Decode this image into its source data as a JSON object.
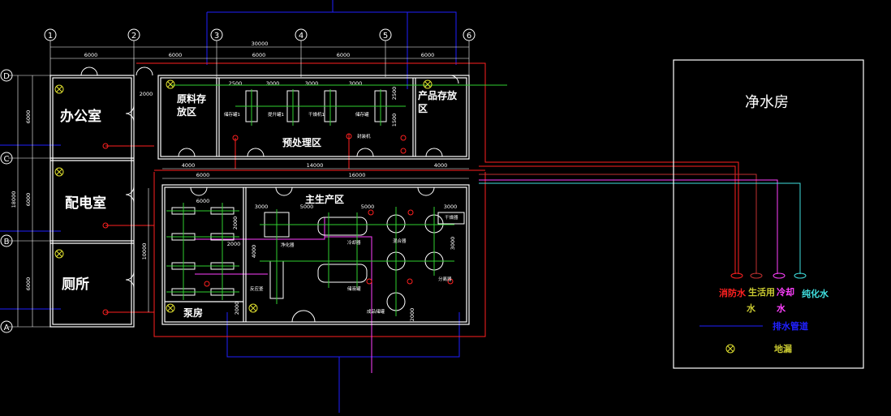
{
  "colors": {
    "bg": "#000000",
    "wall": "#ffffff",
    "dim": "#ffffff",
    "grid": "#ffffff",
    "fire": "#ff2020",
    "domestic": "#c03030",
    "cooling": "#ff40ff",
    "pure": "#40e0e0",
    "drain": "#2020ff",
    "floor": "#e0e030",
    "equip": "#30d030",
    "legendText": "#c8c830"
  },
  "axes": {
    "columns": [
      "1",
      "2",
      "3",
      "4",
      "5",
      "6"
    ],
    "rows": [
      "D",
      "C",
      "B",
      "A"
    ]
  },
  "dimensions": {
    "total_top": "30000",
    "spans_top": [
      "6000",
      "6000",
      "6000",
      "6000",
      "6000"
    ],
    "left_rows": [
      "6000",
      "6000",
      "6000"
    ],
    "left_total": "18000",
    "mid_row": [
      "4000",
      "14000",
      "4000"
    ],
    "lower_row": [
      "6000",
      "16000"
    ],
    "left_vert": "10000",
    "misc": {
      "d2000_corr": "2000",
      "d2500": "2500",
      "d3000a": "3000",
      "d3000b": "3000",
      "d3000c": "3000",
      "d2500b": "2500",
      "d1500": "1500",
      "d6000_pump": "6000",
      "d2000_pump": "2000",
      "d2000_pump2": "2000",
      "d3000_main": "3000",
      "d5000a": "5000",
      "d5000b": "5000",
      "d3000_right": "3000",
      "d3000_rv": "3000",
      "d4000_v": "4000",
      "d2000_v": "2000",
      "d2000_v2": "2000"
    }
  },
  "rooms": {
    "office": "办公室",
    "power": "配电室",
    "toilet": "厕所",
    "raw": [
      "原料存",
      "放区"
    ],
    "product": [
      "产品存放",
      "区"
    ],
    "pretreat": "预处理区",
    "main": "主生产区",
    "pump": "泵房",
    "water_house": "净水房"
  },
  "equipment_labels": {
    "e1": "储存罐1",
    "e2": "提升罐1",
    "e3": "干燥机1",
    "e4": "储存罐",
    "e5": "封装机",
    "e6": "净化器",
    "e7": "冷却器",
    "e8": "混合器",
    "e9": "干燥器",
    "e10": "反应釜",
    "e11": "分离器",
    "e12": "储液罐",
    "e13": "成品储罐"
  },
  "legend": {
    "fire": "消防水",
    "domestic": [
      "生活用",
      "水"
    ],
    "cooling": [
      "冷却",
      "水"
    ],
    "pure": "纯化水",
    "drain": "排水管道",
    "floor_drain": "地漏"
  }
}
